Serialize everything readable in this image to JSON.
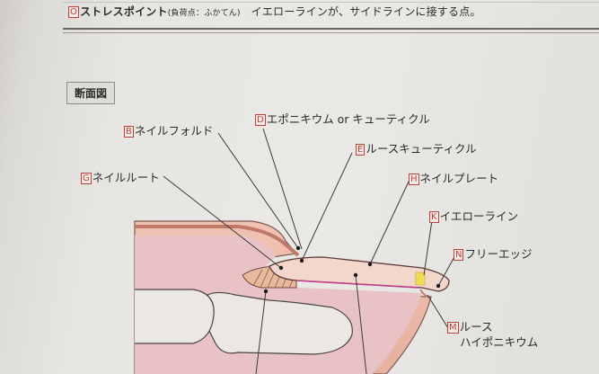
{
  "header": {
    "letter": "O",
    "term": "ストレスポイント",
    "reading": "(負荷点：ふかてん)",
    "definition": "イエローラインが、サイドラインに接する点。"
  },
  "section": {
    "title": "断面図"
  },
  "labels": [
    {
      "letter": "B",
      "text": "ネイルフォルド"
    },
    {
      "letter": "D",
      "text": "エポニキウム or キューティクル"
    },
    {
      "letter": "E",
      "text": "ルースキューティクル"
    },
    {
      "letter": "G",
      "text": "ネイルルート"
    },
    {
      "letter": "H",
      "text": "ネイルプレート"
    },
    {
      "letter": "K",
      "text": "イエローライン"
    },
    {
      "letter": "N",
      "text": "フリーエッジ"
    },
    {
      "letter": "M",
      "text": "ルース",
      "text2": "ハイポニキウム"
    }
  ],
  "colors": {
    "letter_box": "#c0413a",
    "skin": "#f0b8a8",
    "nail_bed": "#e9c2c6",
    "nail_plate": "#f4d7cc",
    "yellow_line": "#f2dc55",
    "bone": "#eae6e2"
  }
}
